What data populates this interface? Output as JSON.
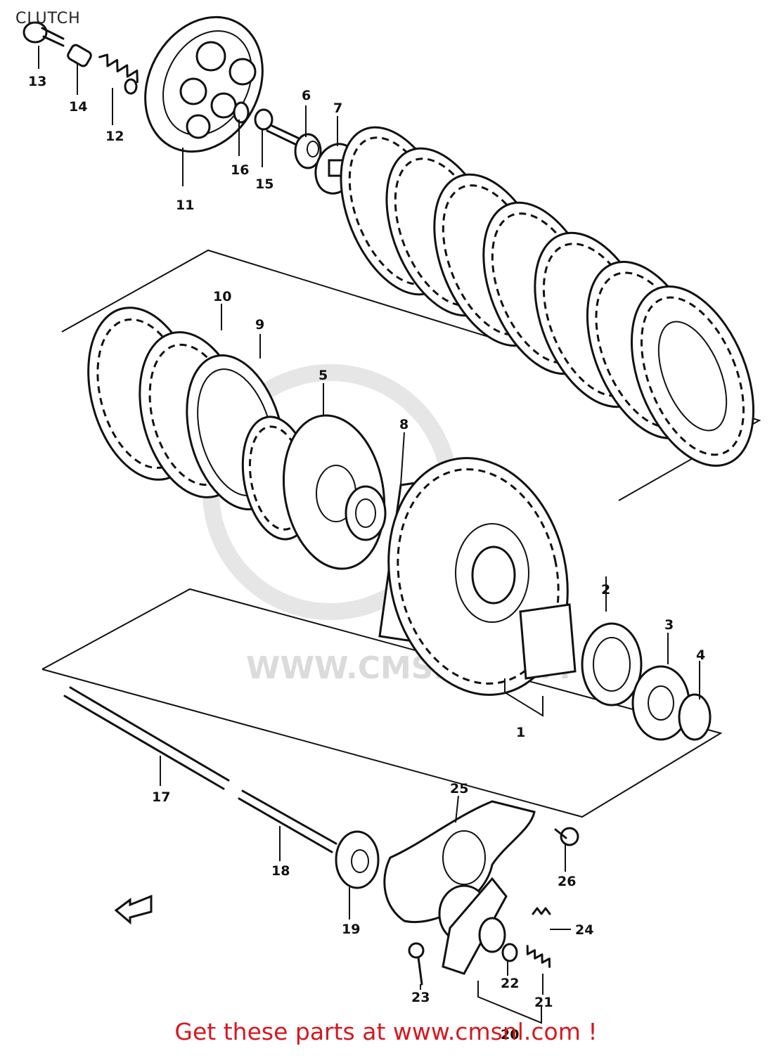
{
  "diagram": {
    "title": "CLUTCH",
    "watermark_text": "WWW.CMSNL.COM",
    "footer_text": "Get these parts at www.cmsnl.com !",
    "footer_color": "#d8171e",
    "part_numbers": {
      "p1": "1",
      "p2": "2",
      "p3": "3",
      "p4": "4",
      "p5": "5",
      "p6": "6",
      "p7": "7",
      "p8": "8",
      "p9": "9",
      "p10": "10",
      "p11": "11",
      "p12": "12",
      "p13": "13",
      "p14": "14",
      "p15": "15",
      "p16": "16",
      "p17": "17",
      "p18": "18",
      "p19": "19",
      "p20": "20",
      "p21": "21",
      "p22": "22",
      "p23": "23",
      "p24": "24",
      "p25": "25",
      "p26": "26"
    }
  }
}
